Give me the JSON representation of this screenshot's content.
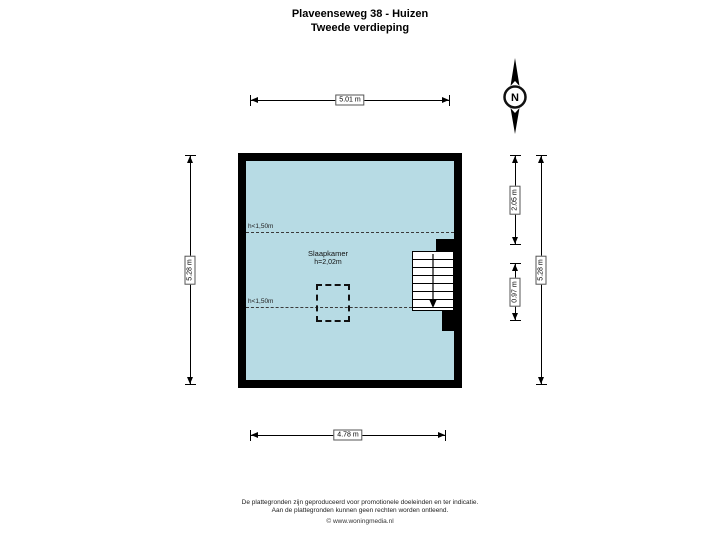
{
  "header": {
    "title": "Plaveenseweg 38 - Huizen",
    "subtitle": "Tweede verdieping"
  },
  "compass": {
    "label": "N"
  },
  "plan": {
    "room_name": "Slaapkamer",
    "room_height": "h=2,02m",
    "height_limit_top": "h<1,50m",
    "height_limit_bottom": "h<1,50m",
    "floor_color": "#b7dbe4",
    "wall_color": "#000000"
  },
  "dimensions": {
    "top": "5.01 m",
    "bottom": "4.78 m",
    "left": "5.28 m",
    "right_upper": "2.05 m",
    "right_lower": "0.97 m",
    "right_outer": "5.28 m"
  },
  "footer": {
    "disclaimer_line1": "De plattegronden zijn geproduceerd voor promotionele doeleinden en ter indicatie.",
    "disclaimer_line2": "Aan de plattegronden kunnen geen rechten worden ontleend.",
    "credit": "© www.woningmedia.nl"
  }
}
